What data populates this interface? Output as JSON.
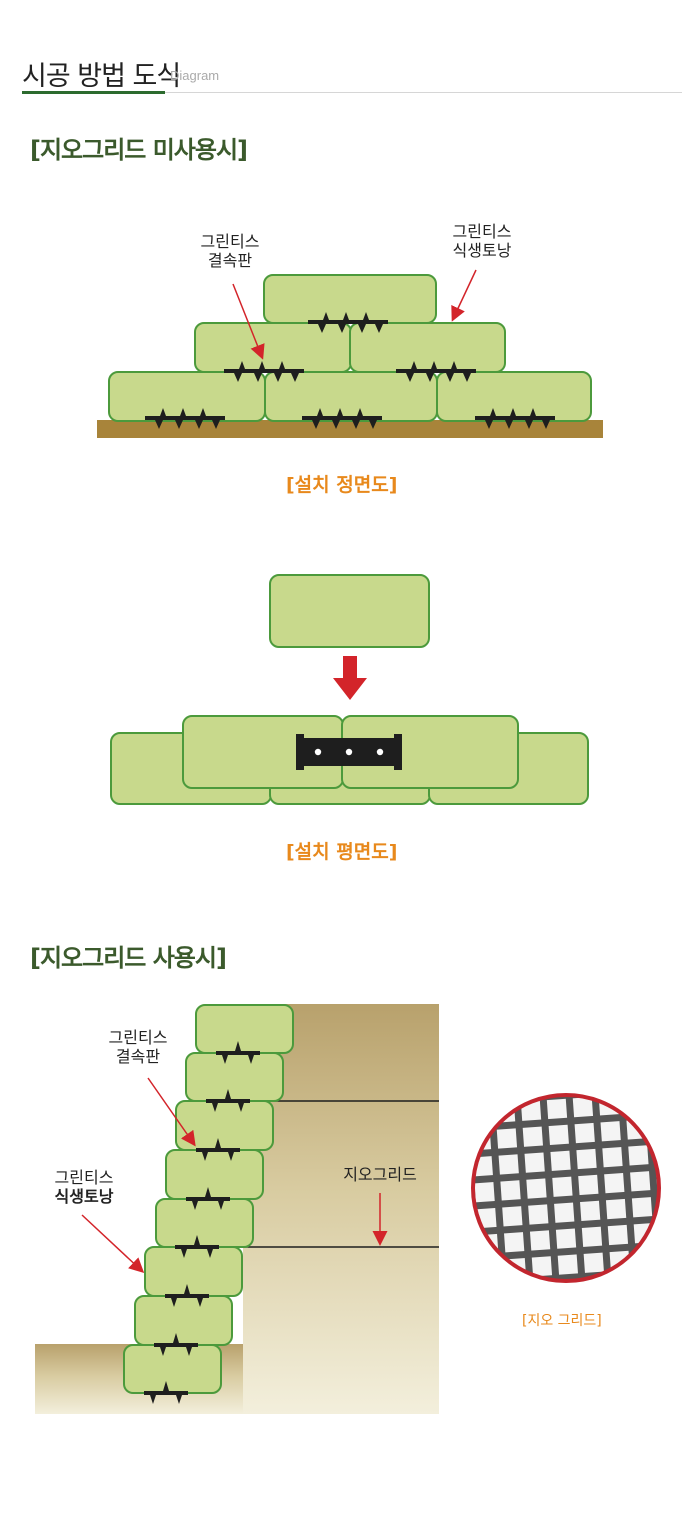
{
  "header": {
    "title": "시공 방법 도식",
    "subtitle": "Diagram"
  },
  "section1": {
    "title": "[지오그리드 미사용시]",
    "label_plate_line1": "그린티스",
    "label_plate_line2": "결속판",
    "label_bag_line1": "그린티스",
    "label_bag_line2": "식생토낭",
    "caption_front": "[설치 정면도]",
    "caption_plan": "[설치 평면도]"
  },
  "section2": {
    "title": "[지오그리드 사용시]",
    "label_plate_line1": "그린티스",
    "label_plate_line2": "결속판",
    "label_bag_line1": "그린티스",
    "label_bag_line2": "식생토낭",
    "label_geogrid": "지오그리드",
    "caption_geogrid": "[지오 그리드]"
  },
  "colors": {
    "bag_fill": "#c8d98c",
    "bag_stroke": "#4c9a3c",
    "ground": "#a8843a",
    "arrow": "#d3242a",
    "plate": "#1e1e1e",
    "soil": "#bca876",
    "caption": "#e8891c",
    "title_green": "#3b5a2c"
  }
}
